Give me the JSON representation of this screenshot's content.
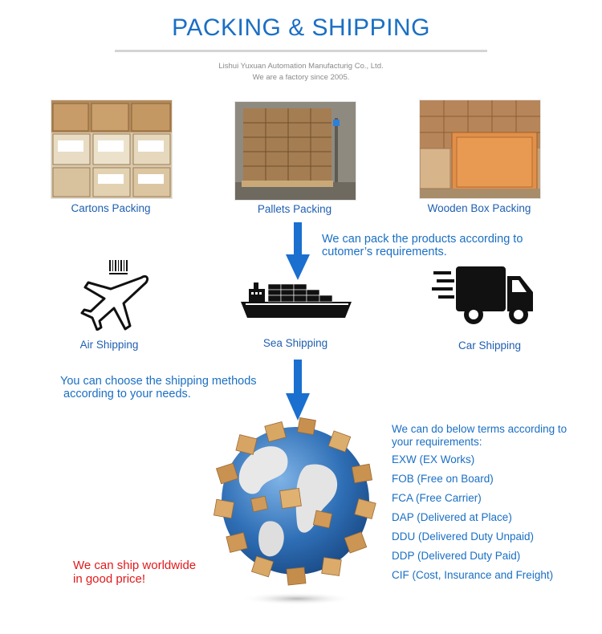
{
  "header": {
    "title": "PACKING & SHIPPING",
    "company": "Lishui Yuxuan Automation Manufacturig Co., Ltd.",
    "since": "We are a factory since 2005."
  },
  "packing": [
    {
      "label": "Cartons Packing",
      "icon": "cartons-photo"
    },
    {
      "label": "Pallets Packing",
      "icon": "pallets-photo"
    },
    {
      "label": "Wooden Box Packing",
      "icon": "wooden-box-photo"
    }
  ],
  "pack_note": {
    "line1": "We can pack the products according to",
    "line2": "cutomer’s requirements."
  },
  "shipping": [
    {
      "label": "Air Shipping",
      "icon": "airplane-icon"
    },
    {
      "label": "Sea Shipping",
      "icon": "ship-icon"
    },
    {
      "label": "Car Shipping",
      "icon": "truck-icon"
    }
  ],
  "ship_note": {
    "line1": "You can choose the shipping methods",
    "line2": "according to your needs."
  },
  "terms": {
    "head1": "We can do below terms according to",
    "head2": "your requirements:",
    "items": [
      "EXW (EX Works)",
      "FOB (Free on Board)",
      "FCA (Free Carrier)",
      "DAP (Delivered at Place)",
      "DDU (Delivered Duty Unpaid)",
      "DDP (Delivered Duty Paid)",
      "CIF (Cost, Insurance and Freight)"
    ]
  },
  "worldwide": {
    "line1": "We can ship worldwide",
    "line2": "in good price!"
  },
  "colors": {
    "accent": "#1a6fc4",
    "arrow": "#1a6fcf",
    "highlight": "#e0191b",
    "cardboard": "#c89a62"
  }
}
